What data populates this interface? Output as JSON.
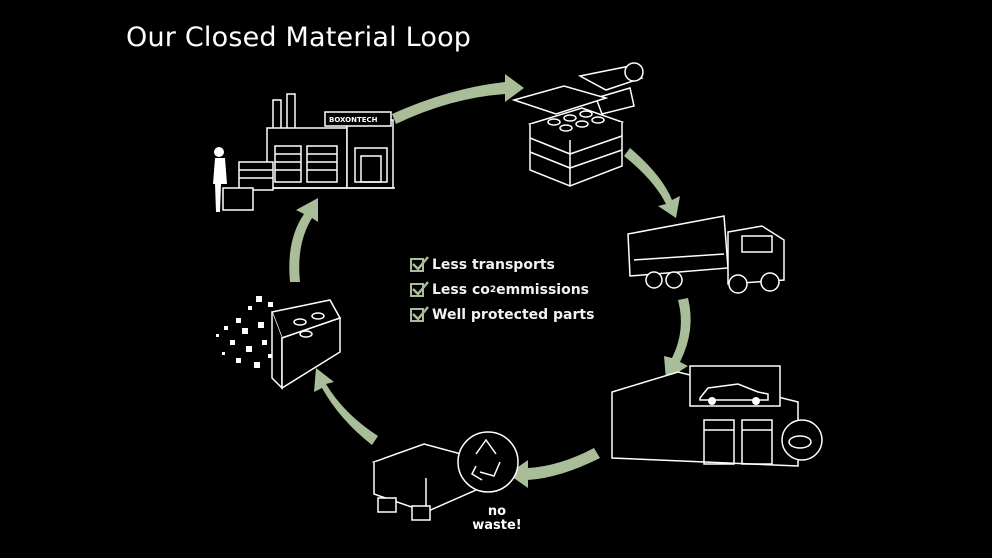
{
  "title": "Our Closed Material Loop",
  "benefits": [
    {
      "text": "Less transports"
    },
    {
      "pre": "Less co",
      "sub": "2",
      "post": " emmissions"
    },
    {
      "text": "Well protected parts"
    }
  ],
  "factory_logo": "BOXONTECH",
  "recycle_caption": "no waste!",
  "colors": {
    "arrow": "#a9bd98",
    "background": "#000000",
    "line": "#ffffff"
  }
}
